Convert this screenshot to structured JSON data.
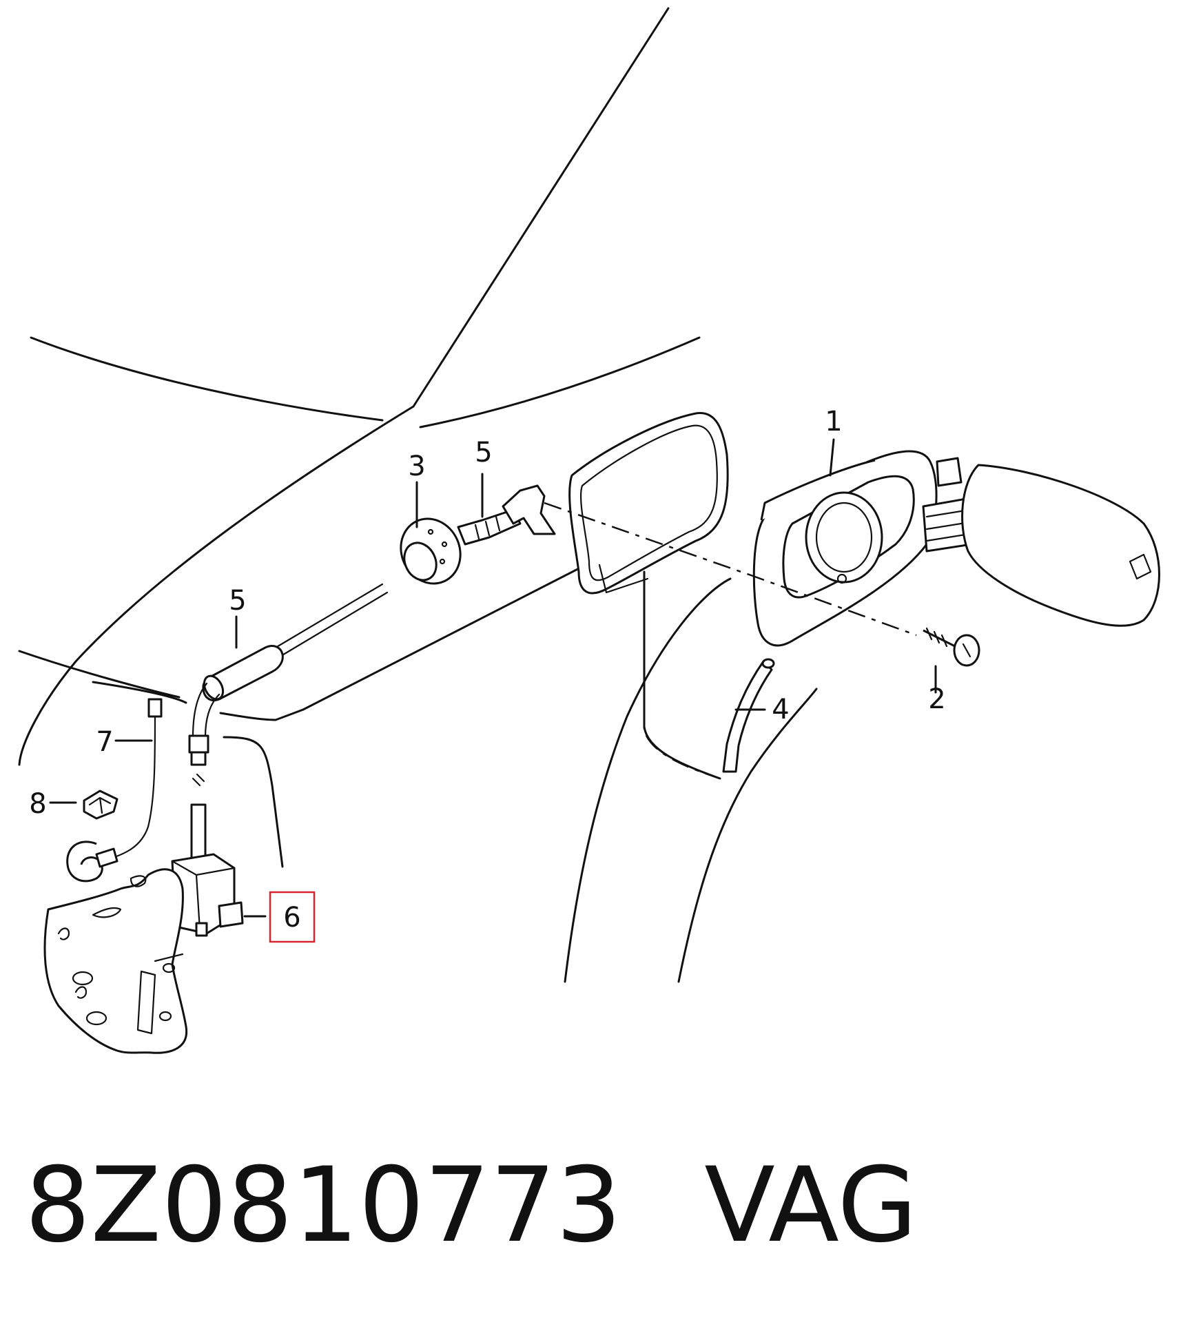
{
  "diagram": {
    "callouts": [
      {
        "id": "1",
        "label": "1"
      },
      {
        "id": "2",
        "label": "2"
      },
      {
        "id": "3",
        "label": "3"
      },
      {
        "id": "4",
        "label": "4"
      },
      {
        "id": "5a",
        "label": "5"
      },
      {
        "id": "5b",
        "label": "5"
      },
      {
        "id": "6",
        "label": "6",
        "highlighted": true
      },
      {
        "id": "7",
        "label": "7"
      },
      {
        "id": "8",
        "label": "8"
      }
    ],
    "highlight_color": "#d9232e"
  },
  "footer": {
    "part_number": "8Z0810773",
    "brand": "VAG"
  }
}
